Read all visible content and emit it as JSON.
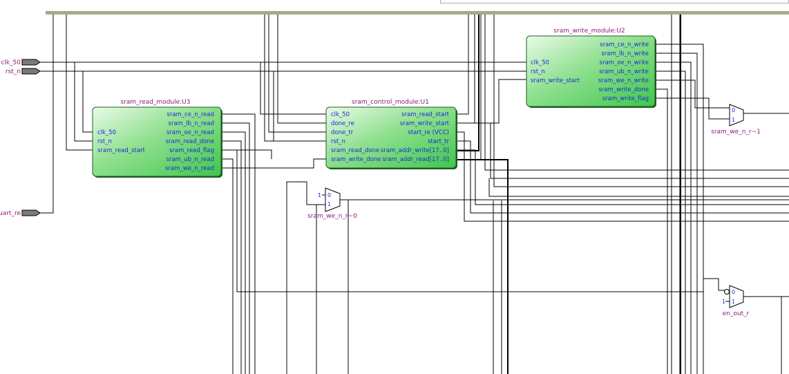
{
  "input_pins": [
    "clk_50",
    "rst_n",
    "uart_re"
  ],
  "modules": [
    {
      "title": "sram_read_module:U3",
      "inputs": [
        "clk_50",
        "rst_n",
        "sram_read_start"
      ],
      "outputs": [
        "sram_ce_n_read",
        "sram_lb_n_read",
        "sram_oe_n_read",
        "sram_read_done",
        "sram_read_flag",
        "sram_ub_n_read",
        "sram_we_n_read"
      ]
    },
    {
      "title": "sram_control_module:U1",
      "inputs": [
        "clk_50",
        "done_re",
        "done_tr",
        "rst_n",
        "sram_read_done",
        "sram_write_done"
      ],
      "outputs": [
        "sram_read_start",
        "sram_write_start",
        "start_re (VCC)",
        "start_tr",
        "sram_addr_write[17..0]",
        "sram_addr_read[17..0]"
      ]
    },
    {
      "title": "sram_write_module:U2",
      "inputs": [
        "clk_50",
        "rst_n",
        "sram_write_start"
      ],
      "outputs": [
        "sram_ce_n_write",
        "sram_lb_n_write",
        "sram_oe_n_write",
        "sram_ub_n_write",
        "sram_we_n_write",
        "sram_write_done",
        "sram_write_flag"
      ]
    }
  ],
  "muxes": [
    {
      "label": "sram_we_n_r~0",
      "in0": "0",
      "in1": "1",
      "const": "1"
    },
    {
      "label": "sram_we_n_r~1",
      "in0": "0",
      "in1": "1"
    },
    {
      "label": "en_out_r",
      "in0": "0",
      "in1": "1",
      "const": "1"
    }
  ],
  "colors": {
    "module_fill_light": "#e8fbe6",
    "module_fill_dark": "#3fcc4f",
    "label_purple": "#8a1a7a",
    "port_blue": "#1a2bd8",
    "rail": "#a9a88a",
    "pin_fill": "#7a7a7a"
  }
}
